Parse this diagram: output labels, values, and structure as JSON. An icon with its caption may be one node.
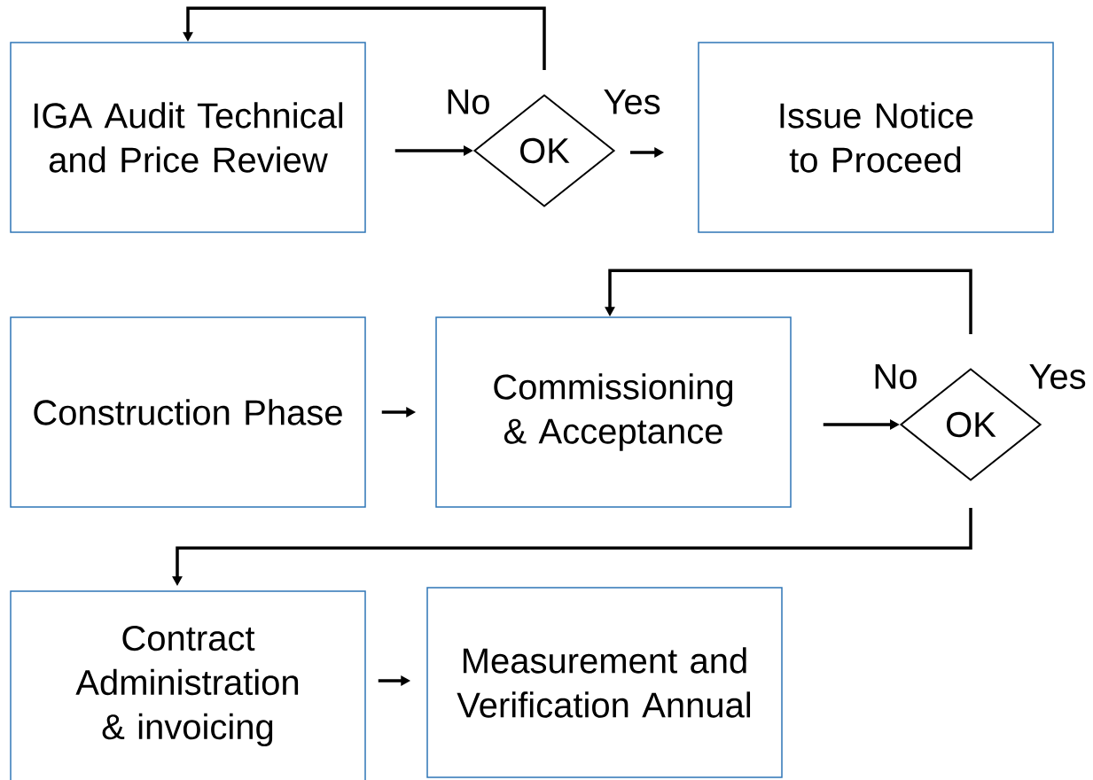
{
  "diagram": {
    "nodes": [
      {
        "text": [
          "IGA  Audit Technical and Price Review"
        ]
      },
      {
        "text": [
          "OK"
        ]
      },
      {
        "text": [
          "Issue Notice to Proceed"
        ]
      },
      {
        "text": [
          "Construction Phase"
        ]
      },
      {
        "text": [
          "Commissioning & Acceptance"
        ]
      },
      {
        "text": [
          "OK"
        ]
      },
      {
        "text": [
          "Contract Administration & invoicing"
        ]
      },
      {
        "text": [
          "Measurement and Verification Annual"
        ]
      }
    ],
    "edges": [
      {
        "from": 0,
        "to": 1,
        "arrow": "to"
      },
      {
        "from": 1,
        "to": 0,
        "arrow": "to",
        "label": "No"
      },
      {
        "from": 1,
        "to": 2,
        "arrow": "to",
        "label": "Yes"
      },
      {
        "from": 3,
        "to": 4,
        "arrow": "to"
      },
      {
        "from": 4,
        "to": 5,
        "arrow": "to"
      },
      {
        "from": 5,
        "to": 4,
        "arrow": "to",
        "label": "No"
      },
      {
        "from": 5,
        "to": 6,
        "arrow": "to",
        "label": "Yes"
      },
      {
        "from": 6,
        "to": 7,
        "arrow": "to"
      }
    ]
  }
}
